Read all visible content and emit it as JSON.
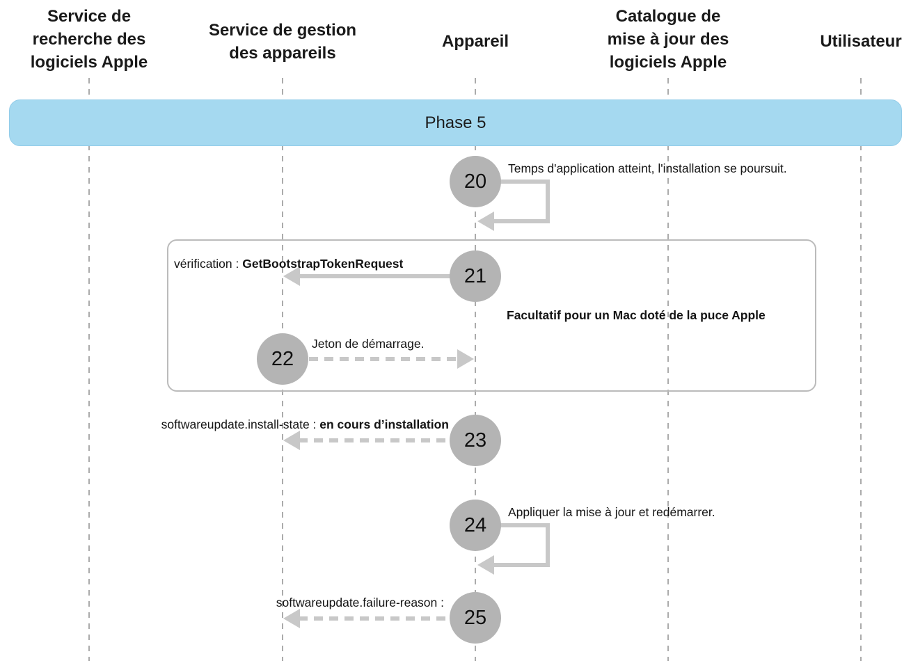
{
  "diagram": {
    "phase_label": "Phase 5",
    "actors": [
      {
        "label": "Service de\nrecherche des\nlogiciels Apple"
      },
      {
        "label": "Service de gestion\ndes appareils"
      },
      {
        "label": "Appareil"
      },
      {
        "label": "Catalogue de\nmise à jour des\nlogiciels Apple"
      },
      {
        "label": "Utilisateur"
      }
    ],
    "note": "Facultatif pour un Mac doté de la puce Apple",
    "messages": [
      {
        "id": "20",
        "from": "Appareil",
        "to": "Appareil",
        "style": "self-loop",
        "text": "Temps d'application atteint, l'installation se poursuit."
      },
      {
        "id": "21",
        "from": "Appareil",
        "to": "Service de gestion des appareils",
        "style": "solid",
        "prefix": "vérification : ",
        "value": "GetBootstrapTokenRequest"
      },
      {
        "id": "22",
        "from": "Service de gestion des appareils",
        "to": "Appareil",
        "style": "dashed",
        "text": "Jeton de démarrage."
      },
      {
        "id": "23",
        "from": "Appareil",
        "to": "Service de gestion des appareils",
        "style": "dashed",
        "prefix": "softwareupdate.install-state : ",
        "value": "en cours d’installation"
      },
      {
        "id": "24",
        "from": "Appareil",
        "to": "Appareil",
        "style": "self-loop",
        "text": "Appliquer la mise à jour et redémarrer."
      },
      {
        "id": "25",
        "from": "Appareil",
        "to": "Service de gestion des appareils",
        "style": "dashed",
        "text": "softwareupdate.failure-reason :"
      }
    ],
    "colors": {
      "banner_bg": "#A5D9F0",
      "circle_bg": "#B4B4B4",
      "arrow": "#C8C8C8",
      "lifeline": "#ABABAB",
      "box_border": "#BBBBBB",
      "text": "#141414"
    }
  }
}
